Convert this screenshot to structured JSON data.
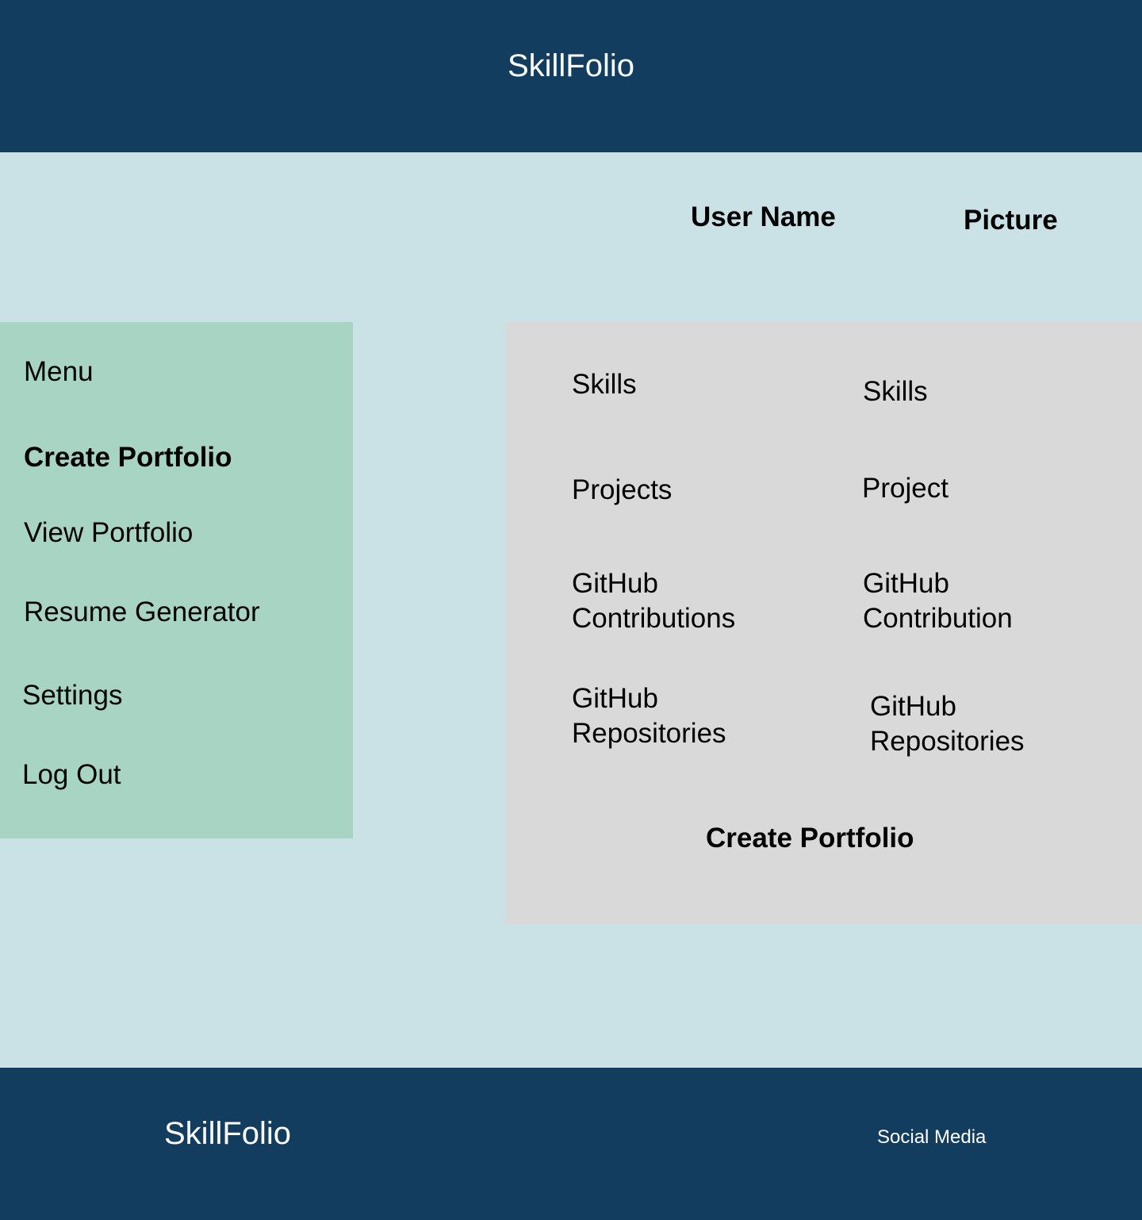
{
  "colors": {
    "header_bg": "#133d5e",
    "page_bg": "#cae2e6",
    "sidebar_bg": "#a8d5c3",
    "panel_bg": "#d9d9d9",
    "header_text": "#ffffff"
  },
  "header": {
    "title": "SkillFolio"
  },
  "user": {
    "name": "User Name",
    "picture": "Picture"
  },
  "sidebar": {
    "items": [
      {
        "label": "Menu"
      },
      {
        "label": "Create Portfolio"
      },
      {
        "label": "View Portfolio"
      },
      {
        "label": "Resume Generator"
      },
      {
        "label": "Settings"
      },
      {
        "label": "Log Out"
      }
    ]
  },
  "form": {
    "labels": [
      {
        "text": [
          "Skills"
        ]
      },
      {
        "text": [
          "Projects"
        ]
      },
      {
        "text": [
          "GitHub",
          "Contributions"
        ]
      },
      {
        "text": [
          "GitHub",
          "Repositories"
        ]
      }
    ],
    "fields": [
      {
        "text": [
          "Skills"
        ]
      },
      {
        "text": [
          "Project"
        ]
      },
      {
        "text": [
          "GitHub",
          "Contribution"
        ]
      },
      {
        "text": [
          "GitHub",
          "Repositories"
        ]
      }
    ],
    "submit_label": "Create Portfolio"
  },
  "footer": {
    "title": "SkillFolio",
    "social_label": "Social Media"
  }
}
